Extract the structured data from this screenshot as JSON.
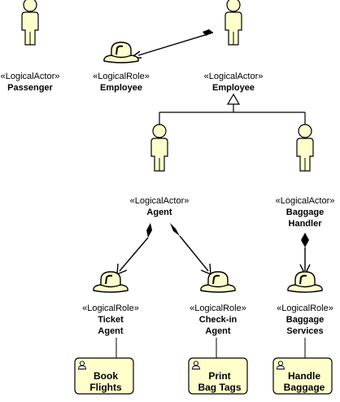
{
  "colors": {
    "fill": "#FFFFCC",
    "box_fill": "#FFFFCC",
    "stroke": "#000000"
  },
  "actors": {
    "passenger": {
      "stereotype": "«LogicalActor»",
      "name": "Passenger"
    },
    "employee": {
      "stereotype": "«LogicalActor»",
      "name": "Employee"
    },
    "agent": {
      "stereotype": "«LogicalActor»",
      "name": "Agent"
    },
    "baggage_handler": {
      "stereotype": "«LogicalActor»",
      "name_line1": "Baggage",
      "name_line2": "Handler"
    }
  },
  "roles": {
    "employee": {
      "stereotype": "«LogicalRole»",
      "name": "Employee"
    },
    "ticket_agent": {
      "stereotype": "«LogicalRole»",
      "name_line1": "Ticket",
      "name_line2": "Agent"
    },
    "checkin_agent": {
      "stereotype": "«LogicalRole»",
      "name_line1": "Check-in",
      "name_line2": "Agent"
    },
    "baggage_services": {
      "stereotype": "«LogicalRole»",
      "name_line1": "Baggage",
      "name_line2": "Services"
    }
  },
  "tasks": {
    "book_flights": {
      "line1": "Book",
      "line2": "Flights",
      "icon": "user-icon"
    },
    "print_bag_tags": {
      "line1": "Print",
      "line2": "Bag Tags",
      "icon": "user-icon"
    },
    "handle_baggage": {
      "line1": "Handle",
      "line2": "Baggage",
      "icon": "user-icon"
    }
  }
}
